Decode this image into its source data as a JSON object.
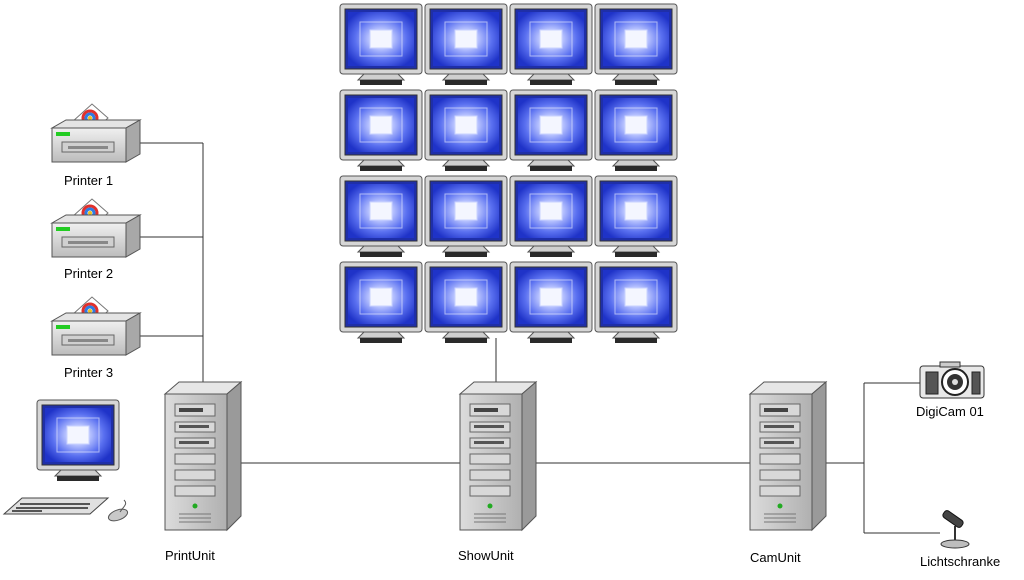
{
  "printers": [
    {
      "name": "Printer 1"
    },
    {
      "name": "Printer 2"
    },
    {
      "name": "Printer 3"
    }
  ],
  "servers": [
    {
      "name": "PrintUnit"
    },
    {
      "name": "ShowUnit"
    },
    {
      "name": "CamUnit"
    }
  ],
  "devices": {
    "camera": "DigiCam 01",
    "sensor": "Lichtschranke"
  },
  "monitor_wall": {
    "rows": 4,
    "columns": 4
  },
  "colors": {
    "screen_outer": "#2a3fd8",
    "screen_inner": "#e8ecff",
    "case": "#c8c8c8",
    "line": "#303030",
    "printer_led": "#22cc22"
  }
}
